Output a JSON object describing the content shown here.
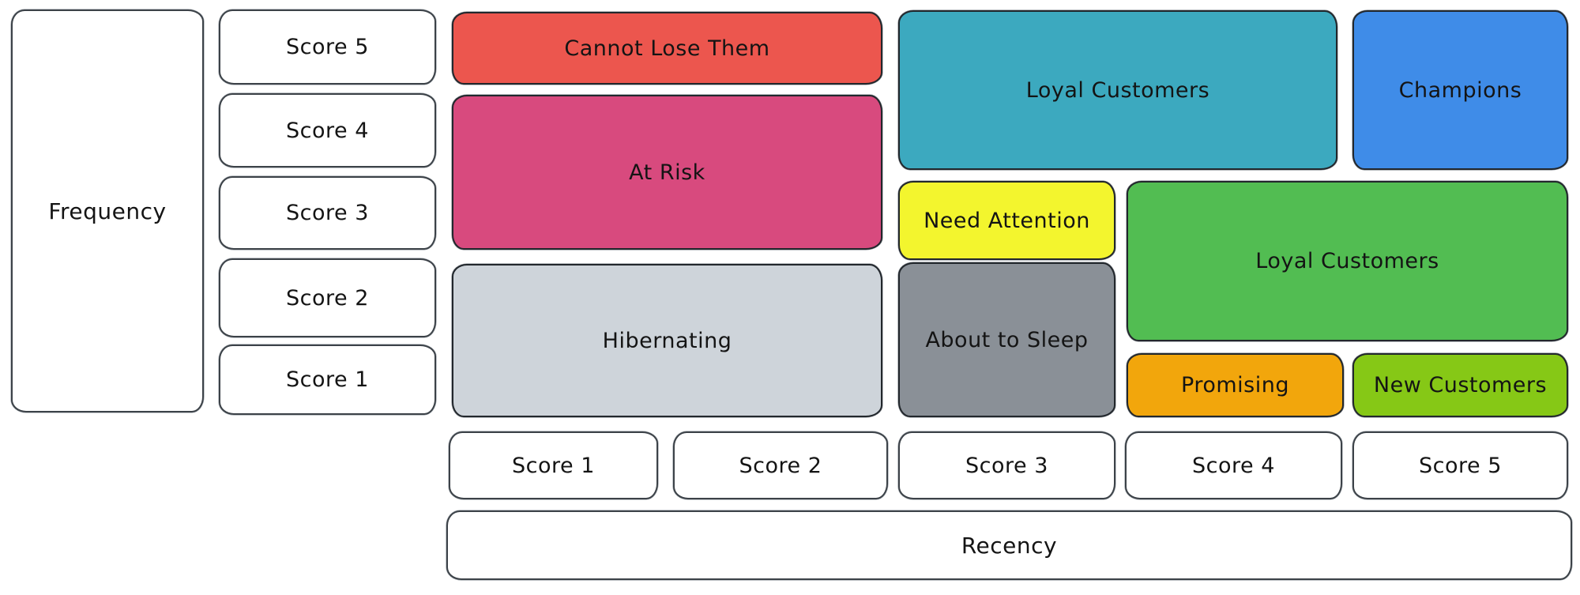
{
  "diagram": {
    "y_axis": {
      "label": "Frequency",
      "scores": [
        "Score 5",
        "Score 4",
        "Score 3",
        "Score 2",
        "Score 1"
      ]
    },
    "x_axis": {
      "label": "Recency",
      "scores": [
        "Score 1",
        "Score 2",
        "Score 3",
        "Score 4",
        "Score 5"
      ]
    },
    "segments": [
      {
        "label": "Cannot Lose Them",
        "color": "#ec564e",
        "recency_scores": "1-2",
        "frequency_scores": "5"
      },
      {
        "label": "At Risk",
        "color": "#d84a7e",
        "recency_scores": "1-2",
        "frequency_scores": "3-4"
      },
      {
        "label": "Hibernating",
        "color": "#ced4da",
        "recency_scores": "1-2",
        "frequency_scores": "1-2"
      },
      {
        "label": "Loyal Customers",
        "color": "#3ca9bf",
        "recency_scores": "3-4",
        "frequency_scores": "4-5"
      },
      {
        "label": "Champions",
        "color": "#3f8ce8",
        "recency_scores": "5",
        "frequency_scores": "4-5"
      },
      {
        "label": "Need Attention",
        "color": "#f3f52e",
        "recency_scores": "3",
        "frequency_scores": "3"
      },
      {
        "label": "Loyal Customers",
        "color": "#52bd52",
        "recency_scores": "4-5",
        "frequency_scores": "2-3"
      },
      {
        "label": "About to Sleep",
        "color": "#8a9097",
        "recency_scores": "3",
        "frequency_scores": "1-2"
      },
      {
        "label": "Promising",
        "color": "#f2a60c",
        "recency_scores": "4",
        "frequency_scores": "1"
      },
      {
        "label": "New Customers",
        "color": "#86c816",
        "recency_scores": "5",
        "frequency_scores": "1"
      }
    ]
  }
}
